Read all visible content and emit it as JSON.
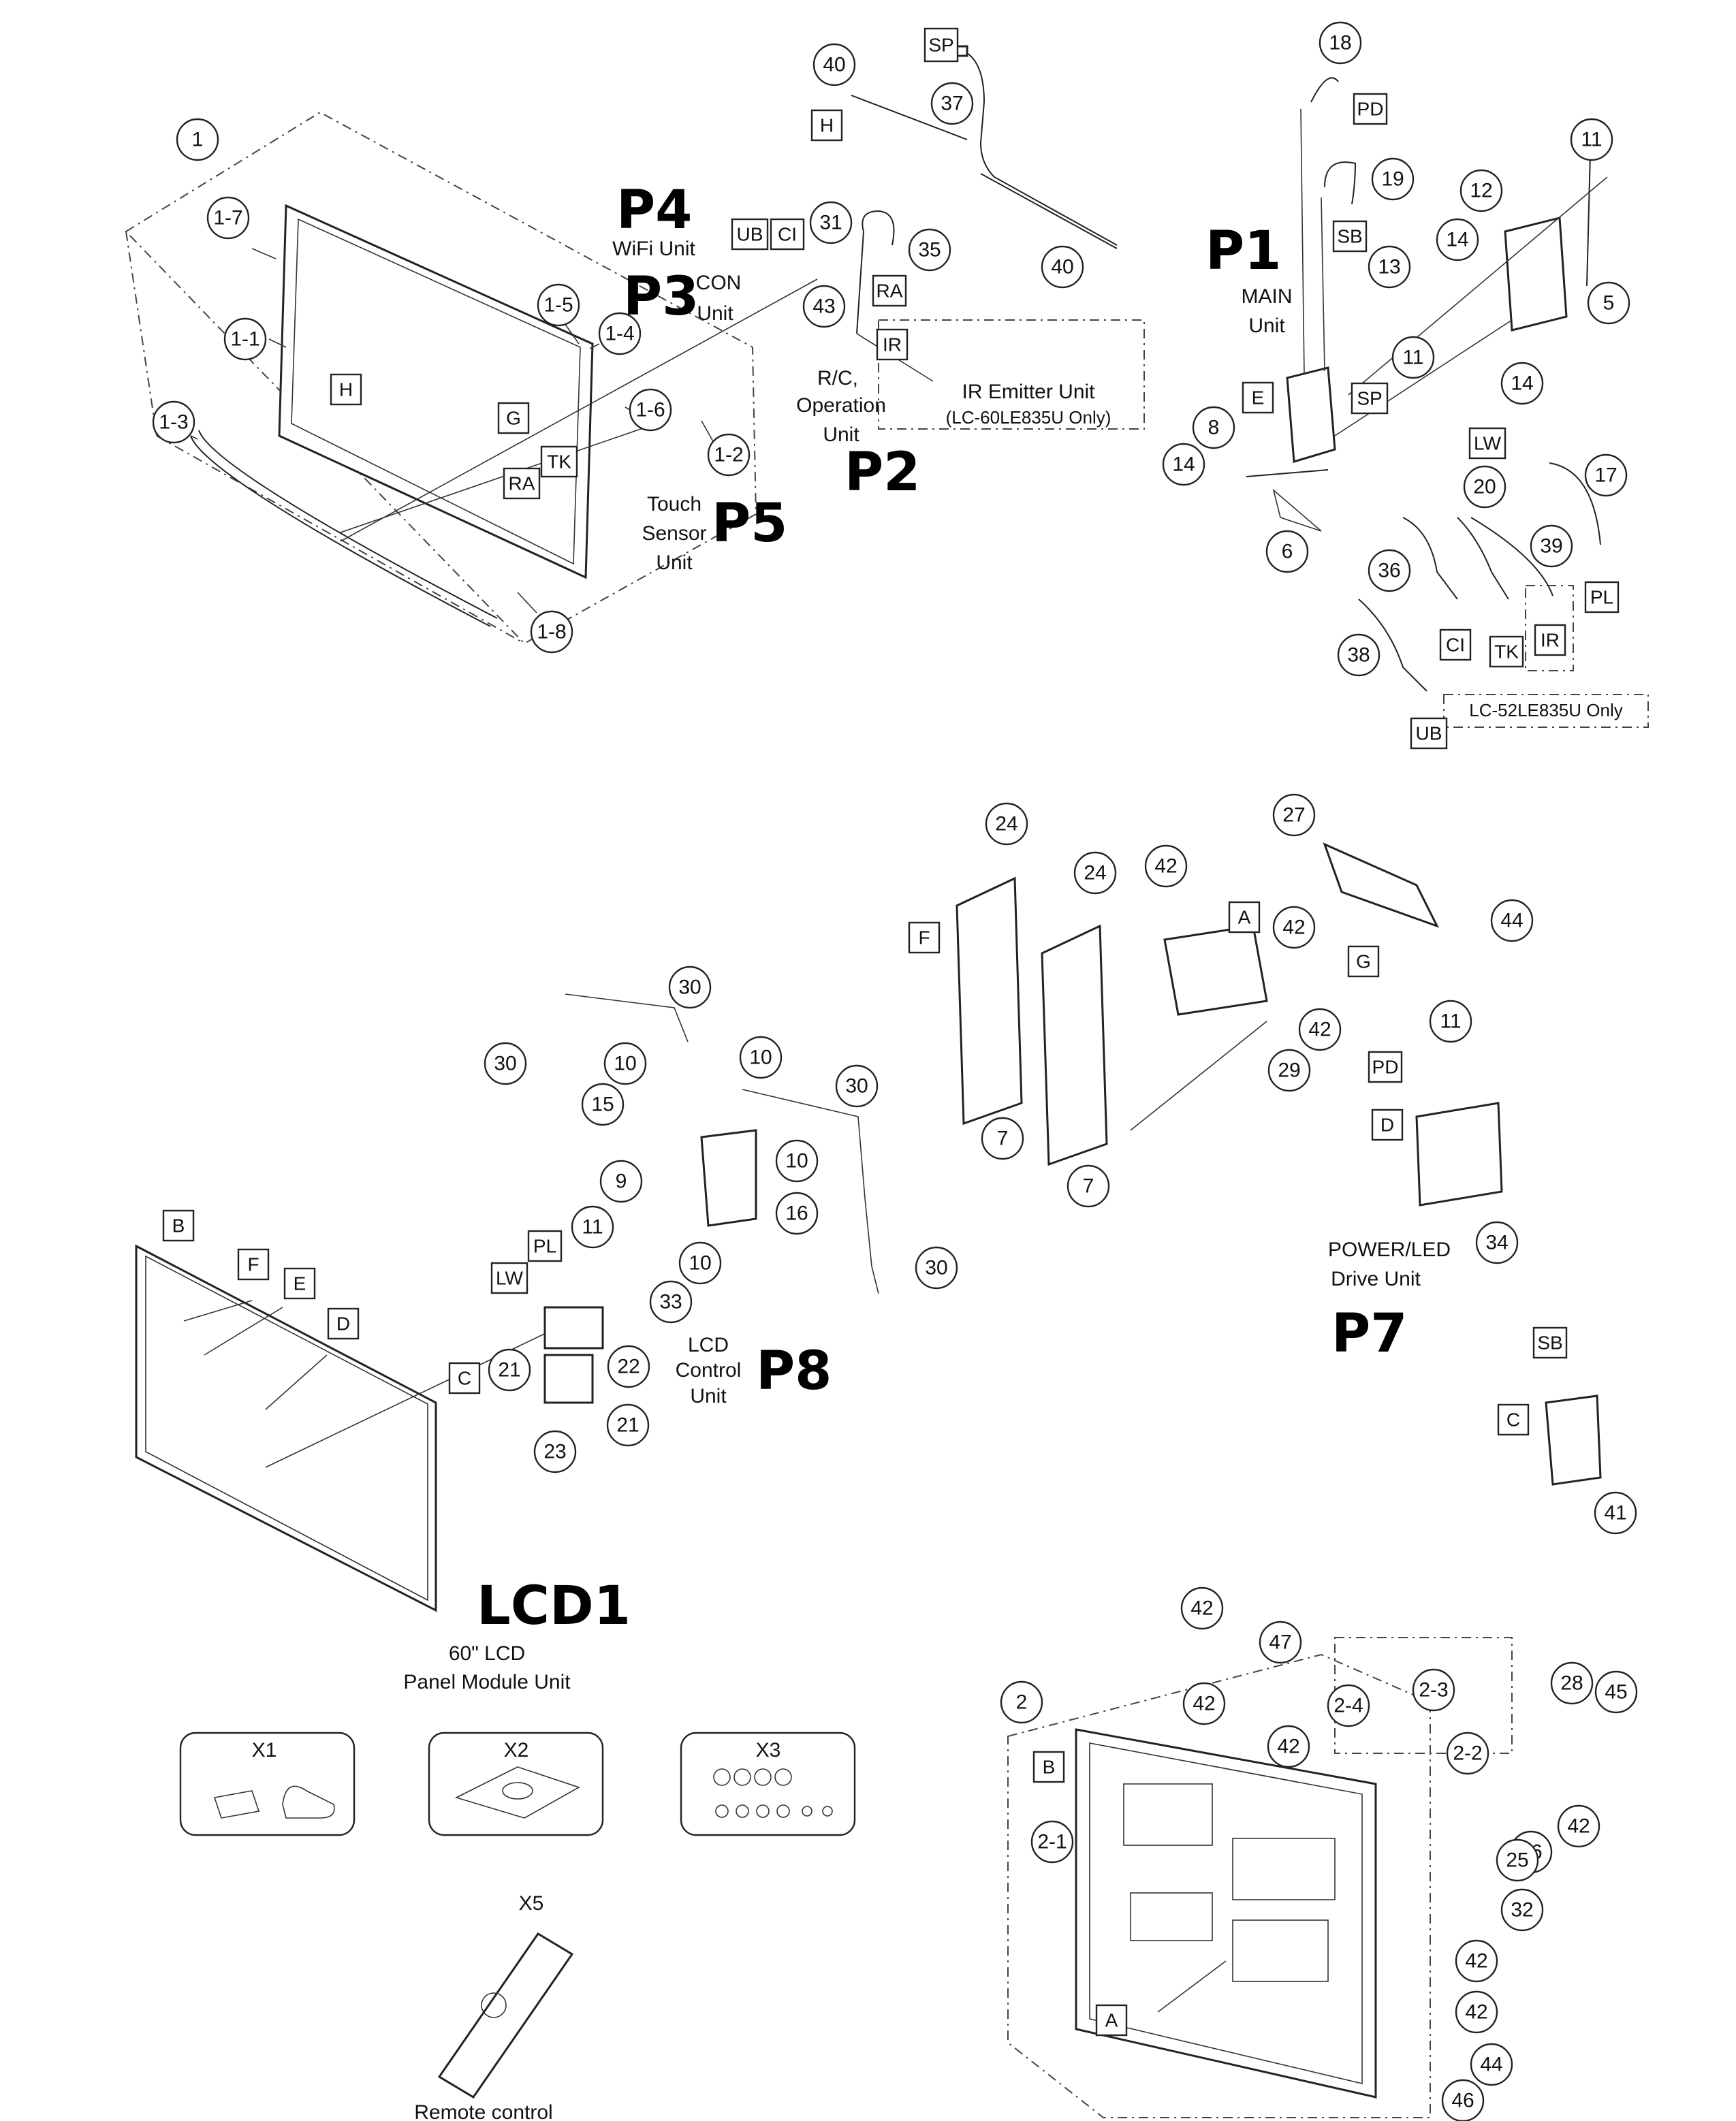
{
  "diagram": {
    "callouts": [
      {
        "id": "c-1",
        "text": "1"
      },
      {
        "id": "c-1-7",
        "text": "1-7"
      },
      {
        "id": "c-1-1",
        "text": "1-1"
      },
      {
        "id": "c-1-5",
        "text": "1-5"
      },
      {
        "id": "c-1-4",
        "text": "1-4"
      },
      {
        "id": "c-1-6",
        "text": "1-6"
      },
      {
        "id": "c-1-2",
        "text": "1-2"
      },
      {
        "id": "c-1-3",
        "text": "1-3"
      },
      {
        "id": "c-1-8",
        "text": "1-8"
      },
      {
        "id": "c-40a",
        "text": "40"
      },
      {
        "id": "c-37",
        "text": "37"
      },
      {
        "id": "c-40b",
        "text": "40"
      },
      {
        "id": "c-31",
        "text": "31"
      },
      {
        "id": "c-35",
        "text": "35"
      },
      {
        "id": "c-43",
        "text": "43"
      },
      {
        "id": "c-18",
        "text": "18"
      },
      {
        "id": "c-19",
        "text": "19"
      },
      {
        "id": "c-11a",
        "text": "11"
      },
      {
        "id": "c-12",
        "text": "12"
      },
      {
        "id": "c-14a",
        "text": "14"
      },
      {
        "id": "c-13",
        "text": "13"
      },
      {
        "id": "c-5",
        "text": "5"
      },
      {
        "id": "c-11b",
        "text": "11"
      },
      {
        "id": "c-14b",
        "text": "14"
      },
      {
        "id": "c-8",
        "text": "8"
      },
      {
        "id": "c-14c",
        "text": "14"
      },
      {
        "id": "c-20",
        "text": "20"
      },
      {
        "id": "c-17",
        "text": "17"
      },
      {
        "id": "c-6",
        "text": "6"
      },
      {
        "id": "c-39",
        "text": "39"
      },
      {
        "id": "c-36",
        "text": "36"
      },
      {
        "id": "c-38",
        "text": "38"
      },
      {
        "id": "c-24a",
        "text": "24"
      },
      {
        "id": "c-24b",
        "text": "24"
      },
      {
        "id": "c-42a",
        "text": "42"
      },
      {
        "id": "c-27",
        "text": "27"
      },
      {
        "id": "c-44a",
        "text": "44"
      },
      {
        "id": "c-42b",
        "text": "42"
      },
      {
        "id": "c-42c",
        "text": "42"
      },
      {
        "id": "c-29",
        "text": "29"
      },
      {
        "id": "c-7a",
        "text": "7"
      },
      {
        "id": "c-7b",
        "text": "7"
      },
      {
        "id": "c-11c",
        "text": "11"
      },
      {
        "id": "c-34",
        "text": "34"
      },
      {
        "id": "c-30a",
        "text": "30"
      },
      {
        "id": "c-30b",
        "text": "30"
      },
      {
        "id": "c-10a",
        "text": "10"
      },
      {
        "id": "c-15",
        "text": "15"
      },
      {
        "id": "c-10b",
        "text": "10"
      },
      {
        "id": "c-30c",
        "text": "30"
      },
      {
        "id": "c-10c",
        "text": "10"
      },
      {
        "id": "c-16",
        "text": "16"
      },
      {
        "id": "c-9",
        "text": "9"
      },
      {
        "id": "c-10d",
        "text": "10"
      },
      {
        "id": "c-30d",
        "text": "30"
      },
      {
        "id": "c-11d",
        "text": "11"
      },
      {
        "id": "c-33",
        "text": "33"
      },
      {
        "id": "c-21a",
        "text": "21"
      },
      {
        "id": "c-22",
        "text": "22"
      },
      {
        "id": "c-21b",
        "text": "21"
      },
      {
        "id": "c-23",
        "text": "23"
      },
      {
        "id": "c-41",
        "text": "41"
      },
      {
        "id": "c-42d",
        "text": "42"
      },
      {
        "id": "c-47",
        "text": "47"
      },
      {
        "id": "c-2",
        "text": "2"
      },
      {
        "id": "c-42e",
        "text": "42"
      },
      {
        "id": "c-42f",
        "text": "42"
      },
      {
        "id": "c-2-4",
        "text": "2-4"
      },
      {
        "id": "c-2-3",
        "text": "2-3"
      },
      {
        "id": "c-2-2",
        "text": "2-2"
      },
      {
        "id": "c-28",
        "text": "28"
      },
      {
        "id": "c-45",
        "text": "45"
      },
      {
        "id": "c-42g",
        "text": "42"
      },
      {
        "id": "c-2-1",
        "text": "2-1"
      },
      {
        "id": "c-26",
        "text": "26"
      },
      {
        "id": "c-25",
        "text": "25"
      },
      {
        "id": "c-32",
        "text": "32"
      },
      {
        "id": "c-42h",
        "text": "42"
      },
      {
        "id": "c-42i",
        "text": "42"
      },
      {
        "id": "c-44b",
        "text": "44"
      },
      {
        "id": "c-46",
        "text": "46"
      }
    ],
    "tags": [
      {
        "id": "t-SP-top",
        "text": "SP"
      },
      {
        "id": "t-H-top",
        "text": "H"
      },
      {
        "id": "t-UB-top",
        "text": "UB"
      },
      {
        "id": "t-CI-top",
        "text": "CI"
      },
      {
        "id": "t-RA-top",
        "text": "RA"
      },
      {
        "id": "t-IR-top",
        "text": "IR"
      },
      {
        "id": "t-H-panel",
        "text": "H"
      },
      {
        "id": "t-G-panel",
        "text": "G"
      },
      {
        "id": "t-TK-panel",
        "text": "TK"
      },
      {
        "id": "t-RA-panel",
        "text": "RA"
      },
      {
        "id": "t-PD-top",
        "text": "PD"
      },
      {
        "id": "t-SB-top",
        "text": "SB"
      },
      {
        "id": "t-E-main",
        "text": "E"
      },
      {
        "id": "t-SP-main",
        "text": "SP"
      },
      {
        "id": "t-LW-main",
        "text": "LW"
      },
      {
        "id": "t-PL-main",
        "text": "PL"
      },
      {
        "id": "t-CI-main",
        "text": "CI"
      },
      {
        "id": "t-TK-main",
        "text": "TK"
      },
      {
        "id": "t-IR-main",
        "text": "IR"
      },
      {
        "id": "t-UB-main",
        "text": "UB"
      },
      {
        "id": "t-F-mid",
        "text": "F"
      },
      {
        "id": "t-A-mid",
        "text": "A"
      },
      {
        "id": "t-G-mid",
        "text": "G"
      },
      {
        "id": "t-PD-mid",
        "text": "PD"
      },
      {
        "id": "t-D-mid",
        "text": "D"
      },
      {
        "id": "t-B-lcd",
        "text": "B"
      },
      {
        "id": "t-F-lcd",
        "text": "F"
      },
      {
        "id": "t-E-lcd",
        "text": "E"
      },
      {
        "id": "t-D-lcd",
        "text": "D"
      },
      {
        "id": "t-C-lcd",
        "text": "C"
      },
      {
        "id": "t-LW-lcd",
        "text": "LW"
      },
      {
        "id": "t-PL-lcd",
        "text": "PL"
      },
      {
        "id": "t-SB-mid",
        "text": "SB"
      },
      {
        "id": "t-C-mid",
        "text": "C"
      },
      {
        "id": "t-B-cab",
        "text": "B"
      },
      {
        "id": "t-A-cab",
        "text": "A"
      }
    ],
    "labels": {
      "wifi": "WiFi Unit",
      "con_1": "CON",
      "con_2": "Unit",
      "ro_1": "R/C,",
      "ro_2": "Operation",
      "ro_3": "Unit",
      "ir_emitter": "IR Emitter Unit",
      "ir_only": "(LC-60LE835U Only)",
      "main_1": "MAIN",
      "main_2": "Unit",
      "lc52_only": "LC-52LE835U Only",
      "touch_1": "Touch",
      "touch_2": "Sensor",
      "touch_3": "Unit",
      "lcd_ctrl_1": "LCD",
      "lcd_ctrl_2": "Control",
      "lcd_ctrl_3": "Unit",
      "power_1": "POWER/LED",
      "power_2": "Drive Unit",
      "panel_1": "60\" LCD",
      "panel_2": "Panel Module Unit",
      "x1": "X1",
      "x2": "X2",
      "x3": "X3",
      "x5": "X5",
      "remote": "Remote control"
    },
    "handwritten": {
      "p1": "P1",
      "p2": "P2",
      "p3": "P3",
      "p4": "P4",
      "p5": "P5",
      "p7": "P7",
      "p8": "P8",
      "lcd1": "LCD1"
    }
  }
}
